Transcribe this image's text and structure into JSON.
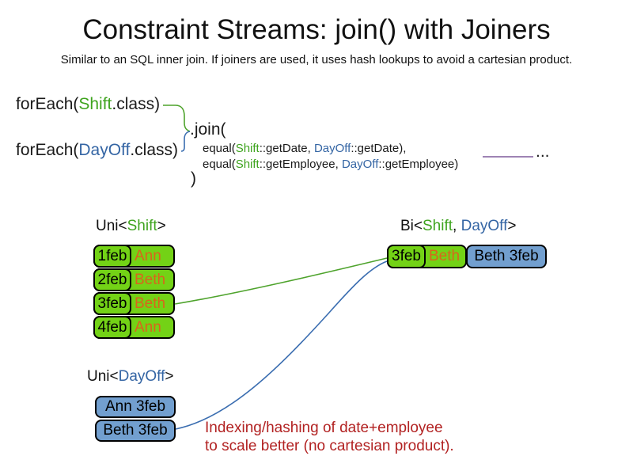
{
  "title": "Constraint Streams: join() with Joiners",
  "subtitle": "Similar to an SQL inner join. If joiners are used, it uses hash lookups to avoid a cartesian product.",
  "colors": {
    "shift_green_text": "#3fa41f",
    "dayoff_blue_text": "#3465a4",
    "shift_green_fill": "#73d216",
    "dayoff_blue_fill": "#729fcf",
    "employee_orange_text": "#d9651c",
    "note_red_text": "#b22222",
    "joiner_purple_line": "#7e5a9b"
  },
  "code": {
    "foreach_shift": {
      "pre": "forEach(",
      "cls": "Shift",
      "post": ".class)"
    },
    "foreach_dayoff": {
      "pre": "forEach(",
      "cls": "DayOff",
      "post": ".class)"
    },
    "join_open": ".join(",
    "equal_date": {
      "pre": "equal(",
      "shift": "Shift",
      "mid": "::getDate, ",
      "dayoff": "DayOff",
      "post": "::getDate),"
    },
    "equal_employee": {
      "pre": "equal(",
      "shift": "Shift",
      "mid": "::getEmployee, ",
      "dayoff": "DayOff",
      "post": "::getEmployee)"
    },
    "join_close": ")",
    "ellipsis": "..."
  },
  "uni_shift": {
    "label": {
      "pre": "Uni<",
      "type": "Shift",
      "post": ">"
    },
    "rows": [
      {
        "date": "1feb",
        "name": "Ann"
      },
      {
        "date": "2feb",
        "name": "Beth"
      },
      {
        "date": "3feb",
        "name": "Beth"
      },
      {
        "date": "4feb",
        "name": "Ann"
      }
    ]
  },
  "uni_dayoff": {
    "label": {
      "pre": "Uni<",
      "type": "DayOff",
      "post": ">"
    },
    "rows": [
      {
        "text": "Ann 3feb"
      },
      {
        "text": "Beth 3feb"
      }
    ]
  },
  "bi": {
    "label": {
      "pre": "Bi<",
      "type1": "Shift",
      "sep": ", ",
      "type2": "DayOff",
      "post": ">"
    },
    "row": {
      "date": "3feb",
      "name": "Beth",
      "combined": "Beth 3feb"
    }
  },
  "note": {
    "line1": "Indexing/hashing of date+employee",
    "line2": "to scale better (no cartesian product)."
  }
}
